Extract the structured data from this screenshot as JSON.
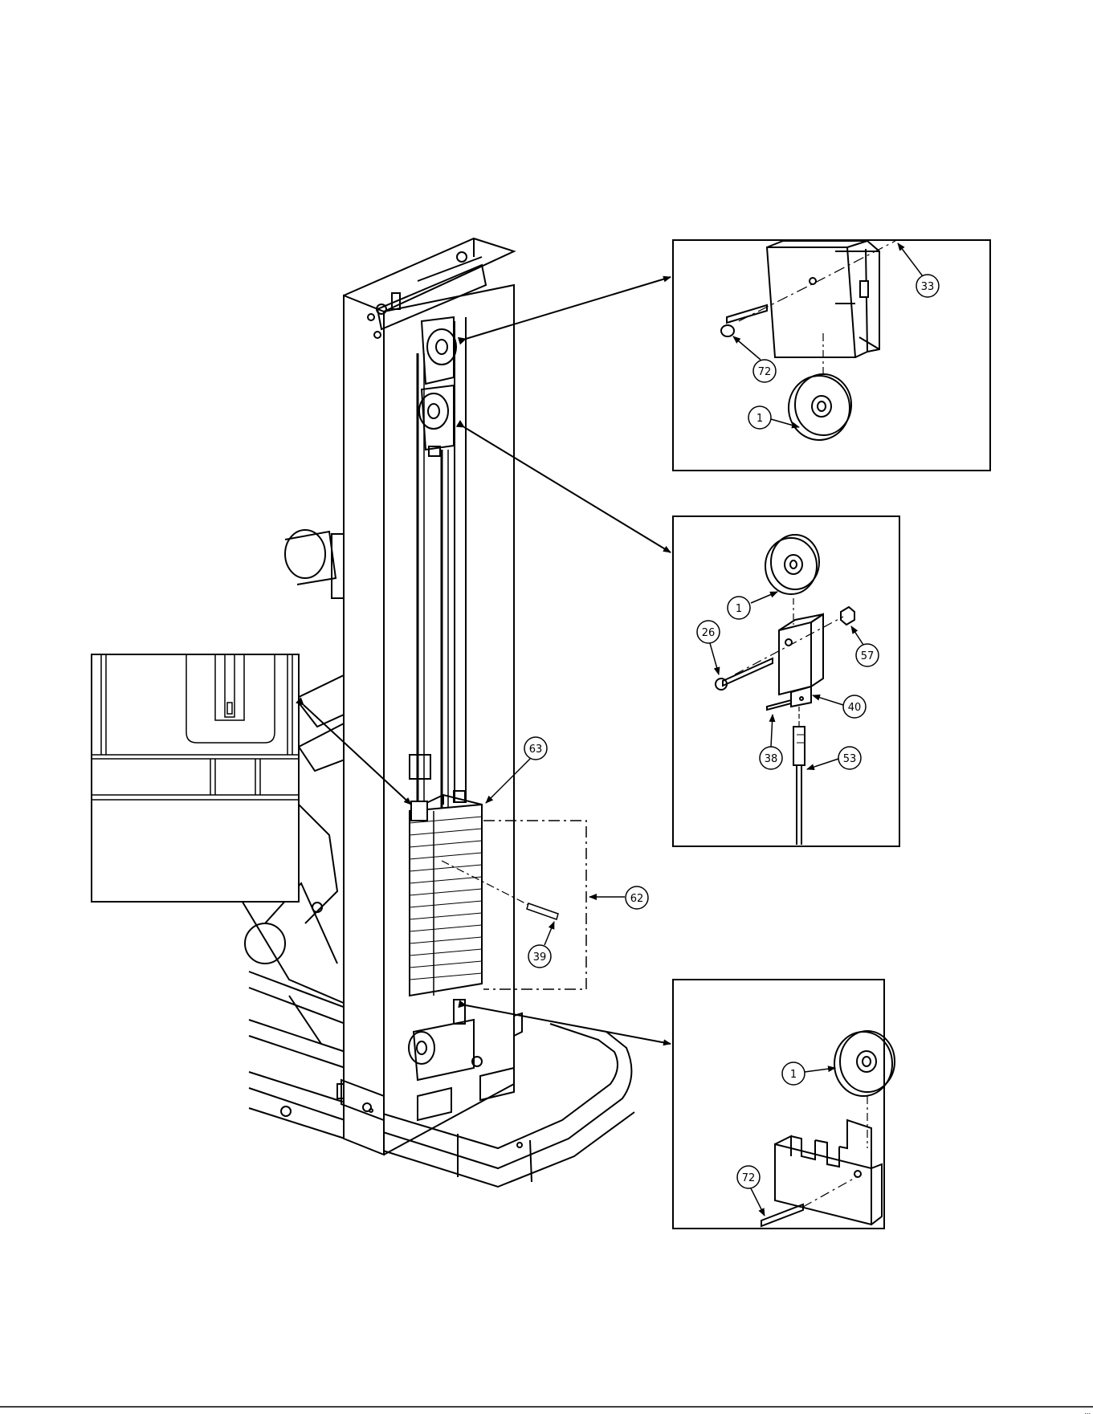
{
  "callouts": {
    "c33": "33",
    "c72a": "72",
    "c1a": "1",
    "c1b": "1",
    "c26": "26",
    "c57": "57",
    "c40": "40",
    "c38": "38",
    "c53": "53",
    "c63": "63",
    "c62": "62",
    "c39": "39",
    "c1c": "1",
    "c72b": "72"
  },
  "footer": {
    "code": "..."
  }
}
